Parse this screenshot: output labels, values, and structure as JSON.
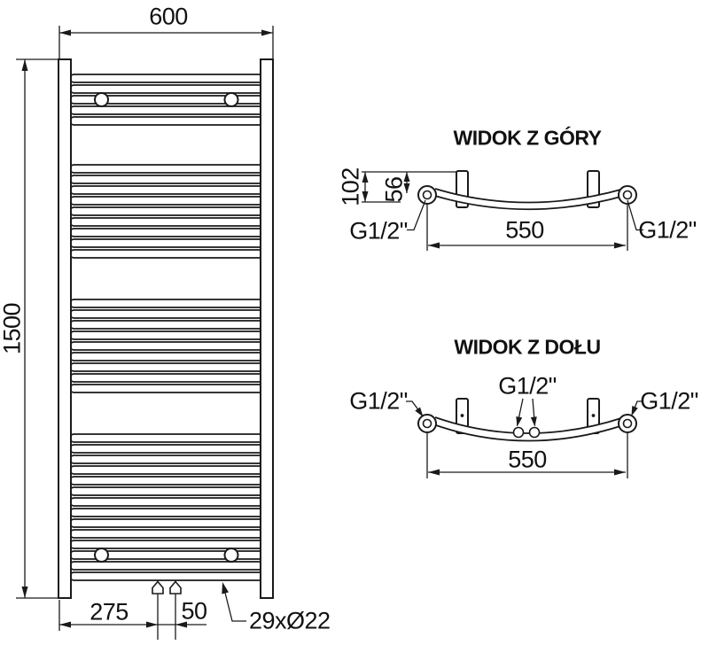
{
  "front_view": {
    "width_dim": "600",
    "height_dim": "1500",
    "valve_offset_dim": "275",
    "valve_spacing_dim": "50",
    "tube_spec": "29xØ22"
  },
  "top_view": {
    "title": "WIDOK Z GÓRY",
    "depth_dim": "102",
    "tube_axis_depth_dim": "56",
    "connection_spacing_dim": "550",
    "left_thread": "G1/2\"",
    "right_thread": "G1/2\""
  },
  "bottom_view": {
    "title": "WIDOK Z DOŁU",
    "connection_spacing_dim": "550",
    "left_thread": "G1/2\"",
    "center_thread": "G1/2\"",
    "right_thread": "G1/2\""
  }
}
